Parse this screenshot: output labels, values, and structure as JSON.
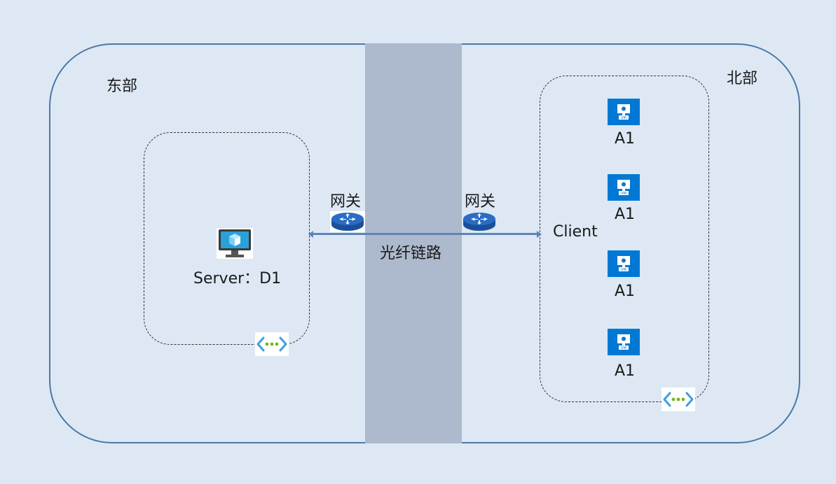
{
  "regions": {
    "east_label": "东部",
    "north_label": "北部"
  },
  "link": {
    "fiber_label": "光纤链路",
    "gateway_left_label": "网关",
    "gateway_right_label": "网关"
  },
  "server": {
    "label": "Server：D1"
  },
  "client": {
    "label": "Client",
    "vms": [
      {
        "label": "A1",
        "icon_text": "VM"
      },
      {
        "label": "A1",
        "icon_text": "VM"
      },
      {
        "label": "A1",
        "icon_text": "VM"
      },
      {
        "label": "A1",
        "icon_text": "VM"
      }
    ]
  },
  "icons": {
    "router": "router-icon",
    "vm": "virtual-machine-icon",
    "server": "server-monitor-icon",
    "vnet": "virtual-network-icon"
  },
  "colors": {
    "background": "#dde8f4",
    "region_border": "#4d77a6",
    "fiber_band": "#adb9cc",
    "link_line": "#5b86b8",
    "azure_blue": "#0078d4",
    "router_blue": "#2a6cc4",
    "vnet_green": "#7ab520"
  }
}
